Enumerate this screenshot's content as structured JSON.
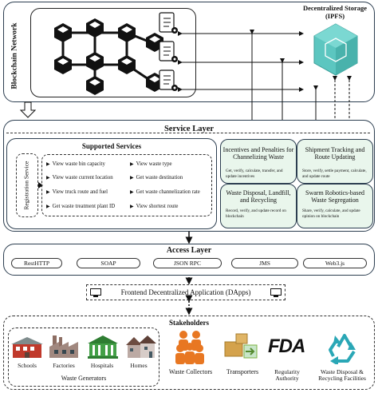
{
  "blockchain": {
    "label": "Blockchain Network"
  },
  "ipfs": {
    "label": "Decentralized Storage (IPFS)"
  },
  "service_layer": {
    "title": "Service Layer",
    "supported_services": {
      "title": "Supported Services",
      "registration_label": "Registration Service",
      "items": [
        "View waste bin capacity",
        "View waste type",
        "View waste current location",
        "Get waste destination",
        "View truck route and fuel",
        "Get waste channelization rate",
        "Get waste treatment plant ID",
        "View shortest route"
      ]
    },
    "modules": [
      {
        "title": "Incentives and Penalties for Channelizing Waste",
        "desc": "Get, verify, calculate, transfer, and update incentives"
      },
      {
        "title": "Shipment Tracking and Route Updating",
        "desc": "Store, verify, settle payment, calculate, and update route"
      },
      {
        "title": "Waste Disposal, Landfill, and Recycling",
        "desc": "Record, verify, and update record on blockchain"
      },
      {
        "title": "Swarm Robotics-based Waste Segregation",
        "desc": "Share, verify, calculate, and update opinion on blockchain"
      }
    ]
  },
  "access_layer": {
    "title": "Access Layer",
    "protocols": [
      "RestHTTP",
      "SOAP",
      "JSON RPC",
      "JMS",
      "Web3.js"
    ]
  },
  "frontend": {
    "label": "Frontend Decentralized Application (DApps)"
  },
  "stakeholders": {
    "title": "Stakeholders",
    "generators_label": "Waste Generators",
    "generators": [
      "Schools",
      "Factories",
      "Hospitals",
      "Homes"
    ],
    "others": [
      "Waste Collectors",
      "Transporters",
      "Regularity Authority",
      "Waste Disposal & Recycling Facilities"
    ],
    "fda_logo": "FDA"
  },
  "colors": {
    "panel_border": "#2c3e50",
    "module_fill": "#e9f6ec",
    "ipfs_cube": "#5cc6c0",
    "collector_orange": "#e87722",
    "recycle_teal": "#2aa7b6"
  }
}
